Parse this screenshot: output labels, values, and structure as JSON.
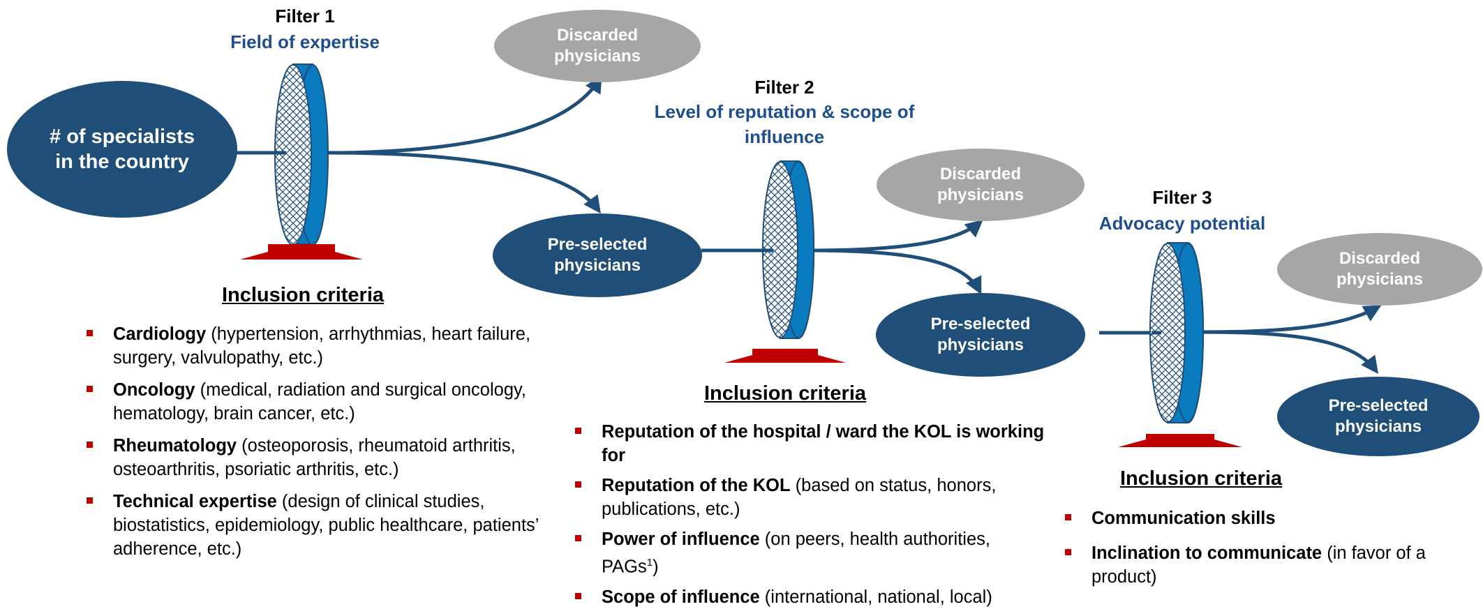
{
  "filters": [
    {
      "number": "Filter 1",
      "name": "Field of expertise"
    },
    {
      "number": "Filter 2",
      "name": "Level of reputation & scope of influence"
    },
    {
      "number": "Filter 3",
      "name": "Advocacy potential"
    }
  ],
  "source": {
    "label_line1": "# of specialists",
    "label_line2": "in the country"
  },
  "discarded": {
    "line1": "Discarded",
    "line2": "physicians"
  },
  "preselected": {
    "line1": "Pre-selected",
    "line2": "physicians"
  },
  "inclusion_title": "Inclusion criteria",
  "criteria1": [
    {
      "bold": "Cardiology",
      "rest": " (hypertension, arrhythmias, heart failure, surgery, valvulopathy, etc.)"
    },
    {
      "bold": "Oncology",
      "rest": " (medical, radiation and surgical oncology, hematology, brain cancer, etc.)"
    },
    {
      "bold": "Rheumatology",
      "rest": " (osteoporosis, rheumatoid arthritis, osteoarthritis, psoriatic arthritis, etc.)"
    },
    {
      "bold": "Technical expertise",
      "rest": " (design of clinical studies, biostatistics, epidemiology, public healthcare, patients’ adherence, etc.)"
    }
  ],
  "criteria2": [
    {
      "bold": "Reputation of the hospital / ward the KOL is working for",
      "rest": ""
    },
    {
      "bold": "Reputation of the KOL",
      "rest": " (based on status, honors, publications, etc.)"
    },
    {
      "bold": "Power of influence",
      "rest": " (on peers, health authorities, PAGs",
      "sup": "1",
      "rest2": ")"
    },
    {
      "bold": "Scope of influence",
      "rest": " (international, national, local)"
    }
  ],
  "criteria3": [
    {
      "bold": "Communication skills",
      "rest": ""
    },
    {
      "bold": "Inclination to communicate",
      "rest": " (in favor of a product)"
    }
  ],
  "colors": {
    "navy": "#1f4e79",
    "blue": "#0b7bbf",
    "grey": "#a6a6a6",
    "red": "#c00000",
    "title_blue": "#1f4e8c"
  }
}
